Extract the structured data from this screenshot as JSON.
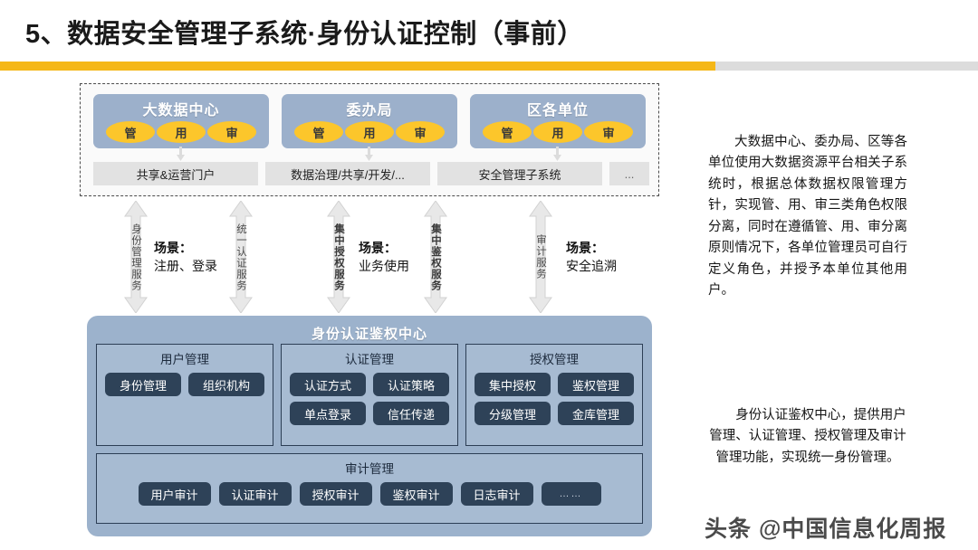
{
  "slide": {
    "title": "5、数据安全管理子系统·身份认证控制（事前）",
    "accent_color": "#F5B717",
    "track_color": "#dcdcdc"
  },
  "org_section": {
    "boxes": [
      {
        "title": "大数据中心",
        "roles": [
          "管",
          "用",
          "审"
        ]
      },
      {
        "title": "委办局",
        "roles": [
          "管",
          "用",
          "审"
        ]
      },
      {
        "title": "区各单位",
        "roles": [
          "管",
          "用",
          "审"
        ]
      }
    ],
    "box_color": "#9cb0cb",
    "role_color": "#FCC62B",
    "systems": [
      {
        "label": "共享&运营门户"
      },
      {
        "label": "数据治理/共享/开发/..."
      },
      {
        "label": "安全管理子系统"
      },
      {
        "label": "..."
      }
    ]
  },
  "middle": {
    "arrows": [
      {
        "label": "身份管理服务"
      },
      {
        "label": "统一认证服务"
      },
      {
        "label": "集中授权服务"
      },
      {
        "label": "集中鉴权服务"
      },
      {
        "label": "审计服务"
      }
    ],
    "scenarios": [
      {
        "heading": "场景：",
        "detail": "注册、登录"
      },
      {
        "heading": "场景：",
        "detail": "业务使用"
      },
      {
        "heading": "场景：",
        "detail": "安全追溯"
      }
    ]
  },
  "panel": {
    "title": "身份认证鉴权中心",
    "panel_color": "#9cb2cc",
    "group_color": "#a7bbd2",
    "chip_color": "#2e4258",
    "groups": [
      {
        "title": "用户管理",
        "chips": [
          "身份管理",
          "组织机构"
        ]
      },
      {
        "title": "认证管理",
        "chips": [
          "认证方式",
          "认证策略",
          "单点登录",
          "信任传递"
        ]
      },
      {
        "title": "授权管理",
        "chips": [
          "集中授权",
          "鉴权管理",
          "分级管理",
          "金库管理"
        ]
      }
    ],
    "audit_group": {
      "title": "审计管理",
      "chips": [
        "用户审计",
        "认证审计",
        "授权审计",
        "鉴权审计",
        "日志审计",
        "……"
      ]
    }
  },
  "right_text": {
    "paragraph1": "大数据中心、委办局、区等各单位使用大数据资源平台相关子系统时，根据总体数据权限管理方针，实现管、用、审三类角色权限分离，同时在遵循管、用、审分离原则情况下，各单位管理员可自行定义角色，并授予本单位其他用户。",
    "paragraph2": "身份认证鉴权中心，提供用户管理、认证管理、授权管理及审计管理功能，实现统一身份管理。"
  },
  "watermark": {
    "text": "头条 @中国信息化周报"
  }
}
